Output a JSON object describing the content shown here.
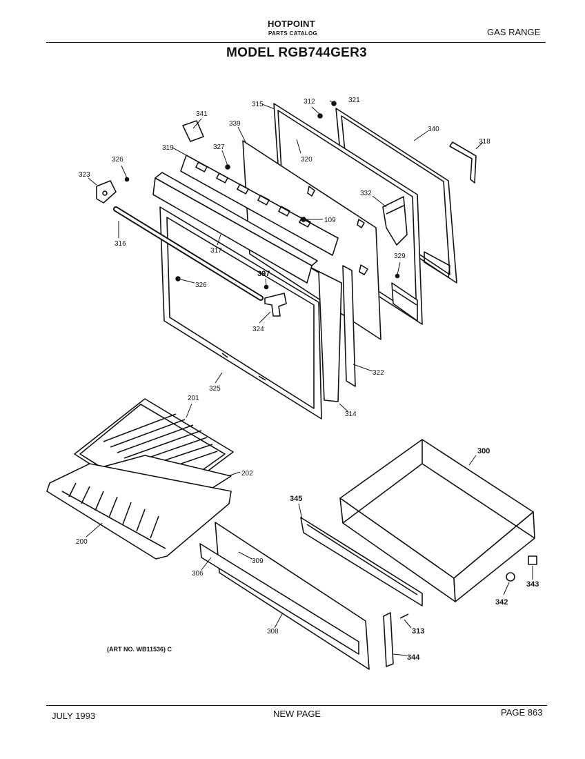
{
  "header": {
    "brand": "HOTPOINT",
    "subtitle": "PARTS CATALOG",
    "category": "GAS RANGE",
    "model": "MODEL RGB744GER3"
  },
  "art_number": "(ART NO. WB11536) C",
  "footer": {
    "date": "JULY 1993",
    "center": "NEW PAGE",
    "page": "PAGE 863"
  },
  "callouts": {
    "p312": "312",
    "p321": "321",
    "p315": "315",
    "p340": "340",
    "p341": "341",
    "p339": "339",
    "p318": "318",
    "p319": "319",
    "p327": "327",
    "p320": "320",
    "p326a": "326",
    "p323": "323",
    "p332": "332",
    "p109": "109",
    "p316": "316",
    "p317": "317",
    "p329": "329",
    "p397": "397",
    "p326b": "326",
    "p324": "324",
    "p322": "322",
    "p325": "325",
    "p314": "314",
    "p201": "201",
    "p202": "202",
    "p200": "200",
    "p300": "300",
    "p345": "345",
    "p306": "306",
    "p309": "309",
    "p308": "308",
    "p313": "313",
    "p344": "344",
    "p343": "343",
    "p342": "342"
  }
}
